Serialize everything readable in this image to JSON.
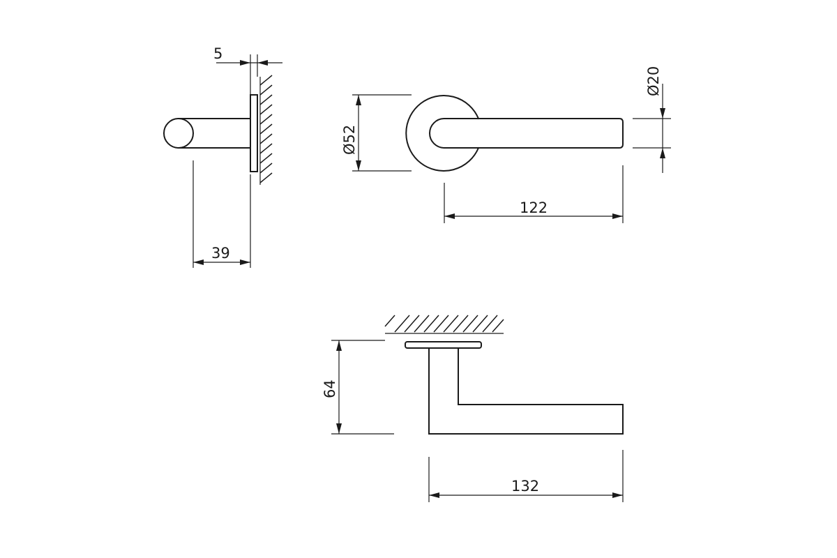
{
  "drawing": {
    "dimensions": {
      "rose_thickness": "5",
      "projection": "39",
      "rose_diameter": "Ø52",
      "lever_length": "122",
      "lever_diameter": "Ø20",
      "height": "64",
      "total_length": "132"
    },
    "colors": {
      "line": "#1a1a1a",
      "background": "#ffffff"
    }
  }
}
